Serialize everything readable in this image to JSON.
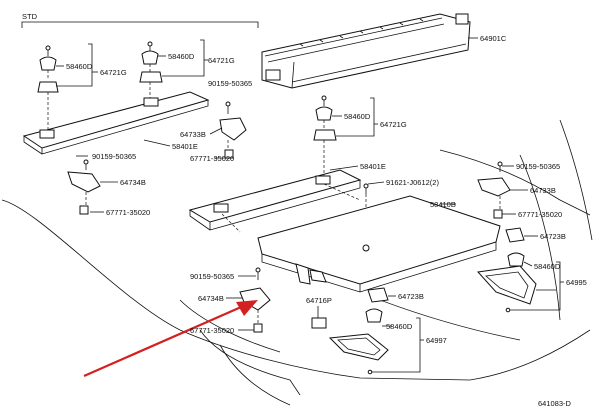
{
  "diagram_code": "641083-D",
  "std_label": "STD",
  "accent_color": "#d42020",
  "labels": {
    "l58460D_a": "58460D",
    "l64721G_a": "64721G",
    "l58460D_b": "58460D",
    "l64721G_b": "64721G",
    "l90159_a": "90159-50365",
    "l64733B_a": "64733B",
    "l58401E_a": "58401E",
    "l90159_b": "90159-50365",
    "l67771_a": "67771-35020",
    "l64734B_a": "64734B",
    "l67771_b": "67771-35020",
    "l64901C": "64901C",
    "l58460D_c": "58460D",
    "l64721G_c": "64721G",
    "l58401E_b": "58401E",
    "l91621": "91621-J0612(2)",
    "l58410B": "58410B",
    "l90159_c": "90159-50365",
    "l64733B_b": "64733B",
    "l67771_c": "67771-35020",
    "l64723B_a": "64723B",
    "l58460D_d": "58460D",
    "l64995": "64995",
    "l90159_d": "90159-50365",
    "l64734B_b": "64734B",
    "l67771_d": "67771-35020",
    "l64716P": "64716P",
    "l64723B_b": "64723B",
    "l58460D_e": "58460D",
    "l64997": "64997"
  }
}
